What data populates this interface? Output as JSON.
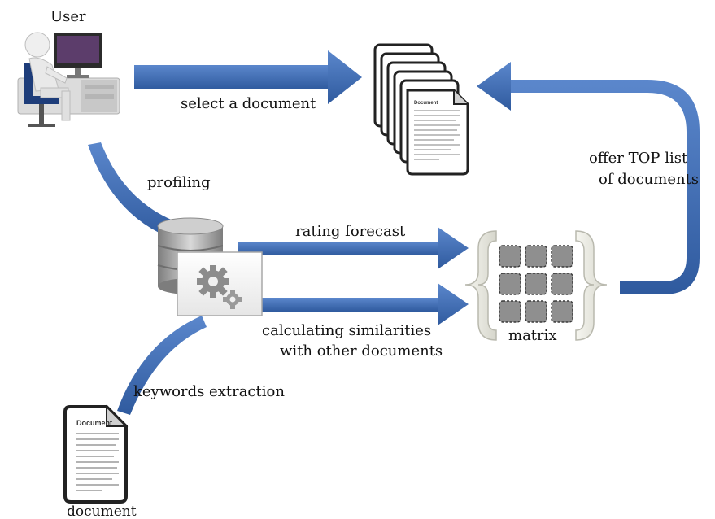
{
  "labels": {
    "user": "User",
    "select_document": "select a document",
    "profiling": "profiling",
    "rating_forecast": "rating forecast",
    "calculating_line1": "calculating similarities",
    "calculating_line2": "with other documents",
    "keywords_extraction": "keywords extraction",
    "matrix": "matrix",
    "offer_line1": "offer TOP list",
    "offer_line2": "of documents",
    "document": "document"
  },
  "document_icon": {
    "title": "Document"
  },
  "icons": {
    "user": "user-at-computer-icon",
    "document_stack": "document-stack-icon",
    "database": "database-icon",
    "gears": "gears-icon",
    "matrix": "matrix-icon",
    "document": "document-icon"
  },
  "colors": {
    "arrow": "#3f6fb8",
    "arrow_dark": "#2f5a9e",
    "matrix_cell": "#8f8f8f",
    "background": "#ffffff"
  }
}
